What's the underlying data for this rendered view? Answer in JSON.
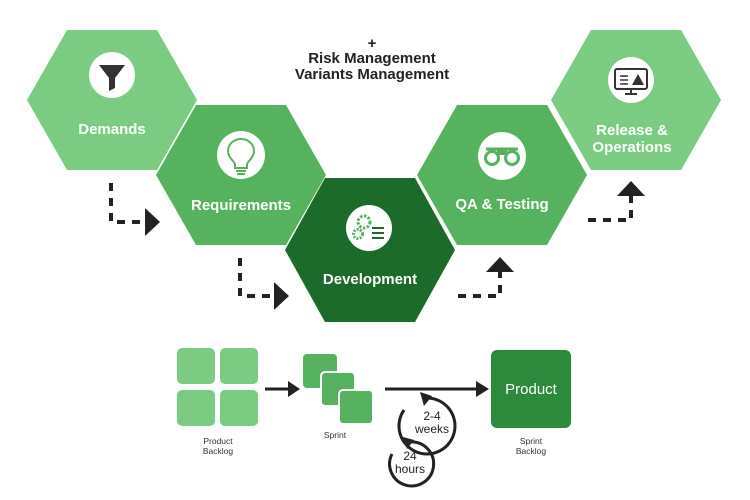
{
  "colors": {
    "light": "#7ccb83",
    "mid": "#56b25f",
    "dark": "#2d8a3c",
    "darkest": "#1c6b2a",
    "arrow": "#222222"
  },
  "top_note": {
    "plus": "+",
    "line1": "Risk Management",
    "line2": "Variants Management"
  },
  "stages": [
    {
      "label1": "Demands",
      "label2": "",
      "icon": "funnel-icon"
    },
    {
      "label1": "Requirements",
      "label2": "",
      "icon": "lightbulb-icon"
    },
    {
      "label1": "Development",
      "label2": "",
      "icon": "gears-icon"
    },
    {
      "label1": "QA & Testing",
      "label2": "",
      "icon": "binoculars-icon"
    },
    {
      "label1": "Release &",
      "label2": "Operations",
      "icon": "monitor-warning-icon"
    }
  ],
  "bottom": {
    "backlog_line1": "Product",
    "backlog_line2": "Backlog",
    "sprint_label": "Sprint",
    "product_box": "Product",
    "increment_line1": "Sprint",
    "increment_line2": "Backlog",
    "cycle_outer_1": "2-4",
    "cycle_outer_2": "weeks",
    "cycle_inner_1": "24",
    "cycle_inner_2": "hours"
  }
}
